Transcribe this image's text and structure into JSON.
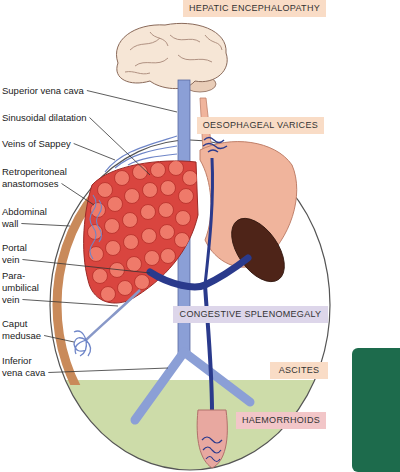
{
  "diagram": {
    "nodes": [
      {
        "text": [
          "HEPATIC ENCEPHALOPATHY"
        ]
      },
      {
        "text": [
          "OESOPHAGEAL VARICES"
        ]
      },
      {
        "text": [
          "CONGESTIVE SPLENOMEGALY"
        ]
      },
      {
        "text": [
          "ASCITES"
        ]
      },
      {
        "text": [
          "HAEMORRHOIDS"
        ]
      }
    ],
    "labels": [
      "Superior vena cava",
      "Sinusoidal dilatation",
      "Veins of Sappey",
      "Retroperitoneal anastomoses",
      "Abdominal wall",
      "Portal vein",
      "Para-umbilical vein",
      "Caput medusae",
      "Inferior vena cava"
    ]
  }
}
